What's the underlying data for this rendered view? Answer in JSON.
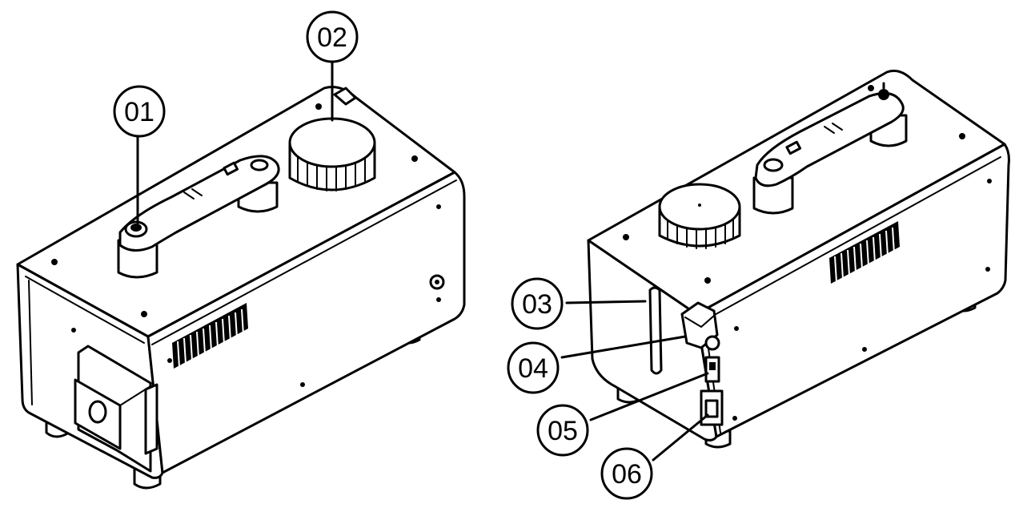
{
  "callouts": [
    {
      "id": "c01",
      "label": "01"
    },
    {
      "id": "c02",
      "label": "02"
    },
    {
      "id": "c03",
      "label": "03"
    },
    {
      "id": "c04",
      "label": "04"
    },
    {
      "id": "c05",
      "label": "05"
    },
    {
      "id": "c06",
      "label": "06"
    }
  ]
}
